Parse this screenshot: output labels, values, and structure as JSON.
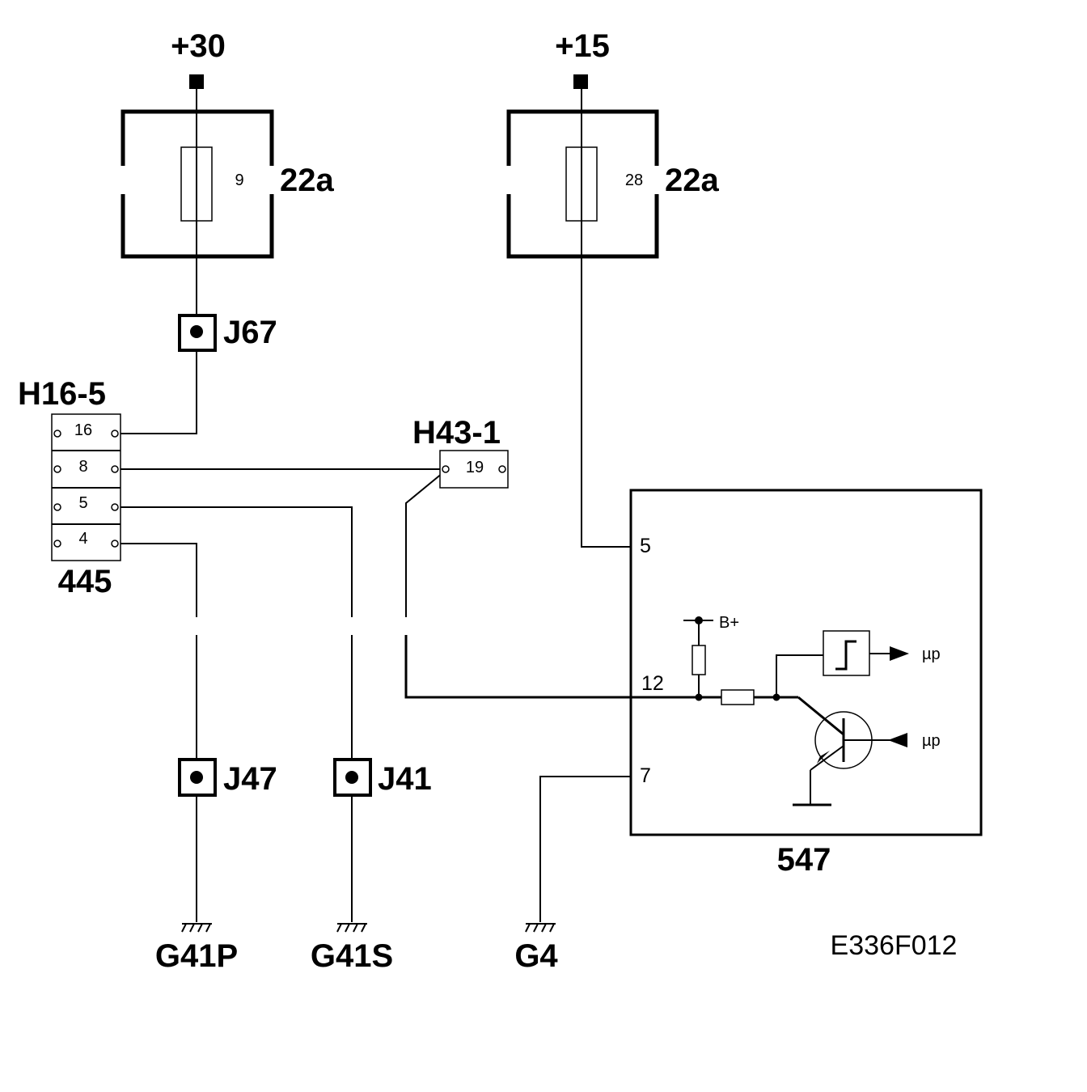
{
  "supplies": {
    "left": "+30",
    "right": "+15"
  },
  "fuse_box": {
    "left": {
      "fuse_number": "9",
      "label": "22a"
    },
    "right": {
      "fuse_number": "28",
      "label": "22a"
    }
  },
  "connectors": {
    "h16": {
      "label": "H16-5",
      "component": "445",
      "pins": [
        "16",
        "8",
        "5",
        "4"
      ]
    },
    "h43": {
      "label": "H43-1",
      "pin": "19"
    }
  },
  "junctions": {
    "j67": "J67",
    "j47": "J47",
    "j41": "J41"
  },
  "module": {
    "label": "547",
    "pin_supply": "5",
    "pin_signal": "12",
    "pin_ground": "7",
    "bplus": "B+",
    "out_top": "µp",
    "out_bottom": "µp"
  },
  "grounds": {
    "g41p": "G41P",
    "g41s": "G41S",
    "g4": "G4"
  },
  "figure_ref": "E336F012"
}
